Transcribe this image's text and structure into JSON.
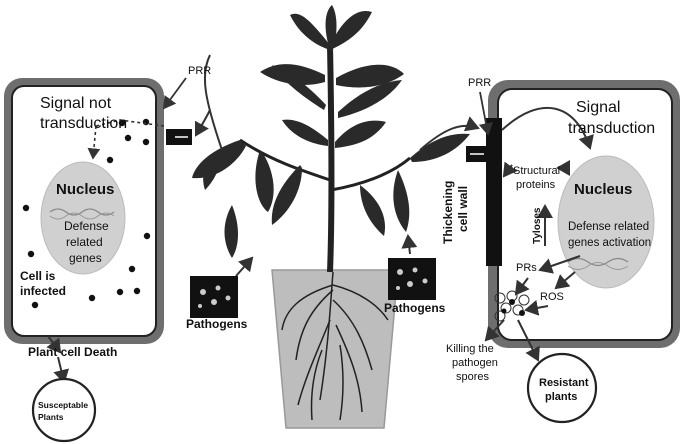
{
  "left_cell": {
    "prr": "PRR",
    "signal_line1": "Signal not",
    "signal_line2": "transduction",
    "nucleus": "Nucleus",
    "genes_line1": "Defense",
    "genes_line2": "related",
    "genes_line3": "genes",
    "infected_line1": "Cell is",
    "infected_line2": "infected",
    "death": "Plant cell Death",
    "outcome_line1": "Susceptable",
    "outcome_line2": "Plants"
  },
  "center": {
    "pathogens_left": "Pathogens",
    "pathogens_right": "Pathogens"
  },
  "right_cell": {
    "prr": "PRR",
    "signal_line1": "Signal",
    "signal_line2": "transduction",
    "thickening_line1": "Thickening",
    "thickening_line2": "cell wall",
    "structural_line1": "Structural",
    "structural_line2": "proteins",
    "nucleus": "Nucleus",
    "tyloses": "Tyloses",
    "genes_line1": "Defense related",
    "genes_line2": "genes activation",
    "prs": "PRs",
    "ros": "ROS",
    "killing_line1": "Killing the",
    "killing_line2": "pathogen",
    "killing_line3": "spores",
    "outcome_line1": "Resistant",
    "outcome_line2": "plants"
  }
}
